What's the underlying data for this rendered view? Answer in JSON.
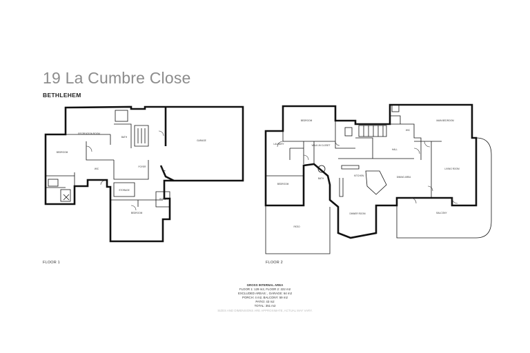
{
  "header": {
    "title": "19 La Cumbre Close",
    "subtitle": "BETHLEHEM"
  },
  "floor1": {
    "label": "FLOOR 1",
    "rooms": {
      "recreation": "RECREATION ROOM",
      "bedroom_left": "BEDROOM",
      "wic": "WIC",
      "garage": "GARAGE",
      "foyer": "FOYER",
      "storage": "STORAGE",
      "bedroom_bottom": "BEDROOM",
      "porch": "PORCH",
      "bath": "BATH"
    }
  },
  "floor2": {
    "label": "FLOOR 2",
    "rooms": {
      "bedroom_top": "BEDROOM",
      "bedroom_left": "BEDROOM",
      "laundry": "LAUNDRY",
      "bath": "BATH",
      "walkin": "WALK-IN CLOSET",
      "main_bedroom": "MAIN BEDROOM",
      "wic": "WIC",
      "kitchen": "KITCHEN",
      "dining": "DINING AREA",
      "living": "LIVING ROOM",
      "hall": "HALL",
      "dinnerroom": "DINNER ROOM",
      "patio": "PATIO",
      "balcony": "BALCONY"
    }
  },
  "summary": {
    "heading": "GROSS INTERNAL AREA",
    "line1": "FLOOR 1: 129 m2, FLOOR 2: 222 m2",
    "line2": "EXCLUDED AREAS: , GARAGE: 64 m2",
    "line3": "PORCH: 4 m2, BALCONY: 59 m2",
    "line4": "PATIO: 43 m2",
    "line5": "TOTAL: 351 m2",
    "note": "SIZES AND DIMENSIONS ARE APPROXIMATE, ACTUAL MAY VARY."
  }
}
